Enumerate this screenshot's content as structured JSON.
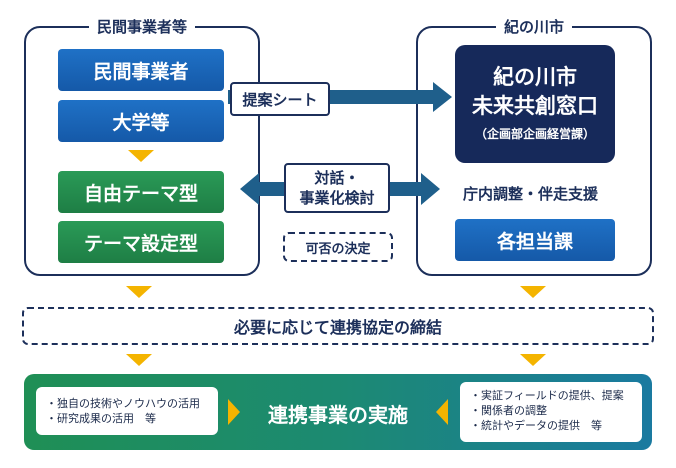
{
  "left_panel": {
    "title": "民間事業者等",
    "boxes": {
      "private_business": "民間事業者",
      "university": "大学等",
      "free_theme": "自由テーマ型",
      "set_theme": "テーマ設定型"
    }
  },
  "right_panel": {
    "title": "紀の川市",
    "window": {
      "line1": "紀の川市",
      "line2": "未来共創窓口",
      "line3": "（企画部企画経営課）"
    },
    "coordination": "庁内調整・伴走支援",
    "departments": "各担当課"
  },
  "middle": {
    "proposal_sheet": "提案シート",
    "dialogue_line1": "対話・",
    "dialogue_line2": "事業化検討",
    "decision": "可否の決定"
  },
  "agreement": "必要に応じて連携協定の締結",
  "bottom": {
    "title": "連携事業の実施",
    "left_items": [
      "・独自の技術やノウハウの活用",
      "・研究成果の活用　等"
    ],
    "right_items": [
      "・実証フィールドの提供、提案",
      "・関係者の調整",
      "・統計やデータの提供　等"
    ]
  },
  "colors": {
    "navy": "#16295a",
    "blue": "#1f71c6",
    "green": "#2a9a57",
    "accent": "#f4b400",
    "arrow": "#1f5f8b"
  }
}
